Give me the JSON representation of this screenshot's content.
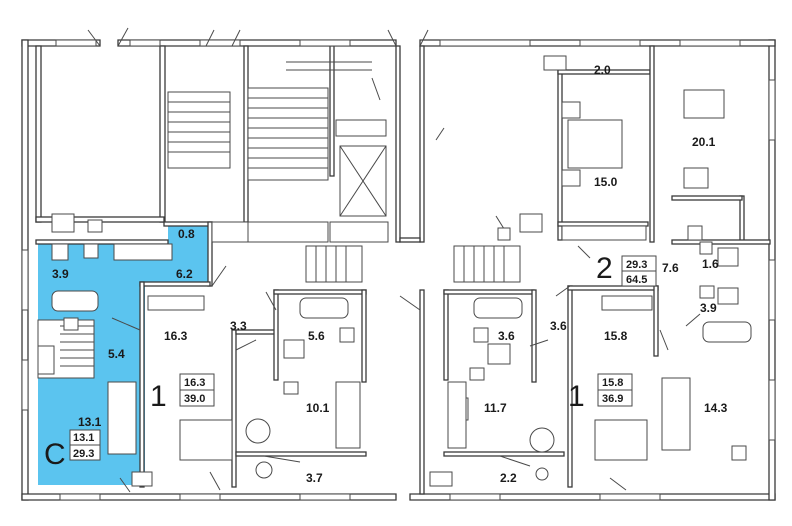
{
  "colors": {
    "highlight": "#5bc4ef",
    "wall": "#3a3a3a",
    "background": "#ffffff"
  },
  "icons": [
    "window-icon",
    "bathtub-icon",
    "toilet-icon",
    "sink-icon",
    "stove-icon",
    "bed-icon",
    "sofa-icon",
    "dining-table-icon",
    "plant-icon",
    "staircase-icon",
    "elevator-icon",
    "chair-icon"
  ],
  "rooms": {
    "r1": "0.8",
    "r2": "6.2",
    "r3": "3.9",
    "r4": "5.4",
    "r5": "13.1",
    "r6": "16.3",
    "r7": "3.3",
    "r8": "5.6",
    "r9": "10.1",
    "r10": "3.7",
    "r11": "3.6",
    "r12": "3.6",
    "r13": "15.8",
    "r14": "11.7",
    "r15": "2.2",
    "r16": "14.3",
    "r17": "2.0",
    "r18": "15.0",
    "r19": "20.1",
    "r20": "7.6",
    "r21": "1.6",
    "r22": "3.9"
  },
  "apartments": [
    {
      "rooms": "C",
      "living": "13.1",
      "total": "29.3"
    },
    {
      "rooms": "1",
      "living": "16.3",
      "total": "39.0"
    },
    {
      "rooms": "1",
      "living": "15.8",
      "total": "36.9"
    },
    {
      "rooms": "2",
      "living": "29.3",
      "total": "64.5"
    }
  ]
}
